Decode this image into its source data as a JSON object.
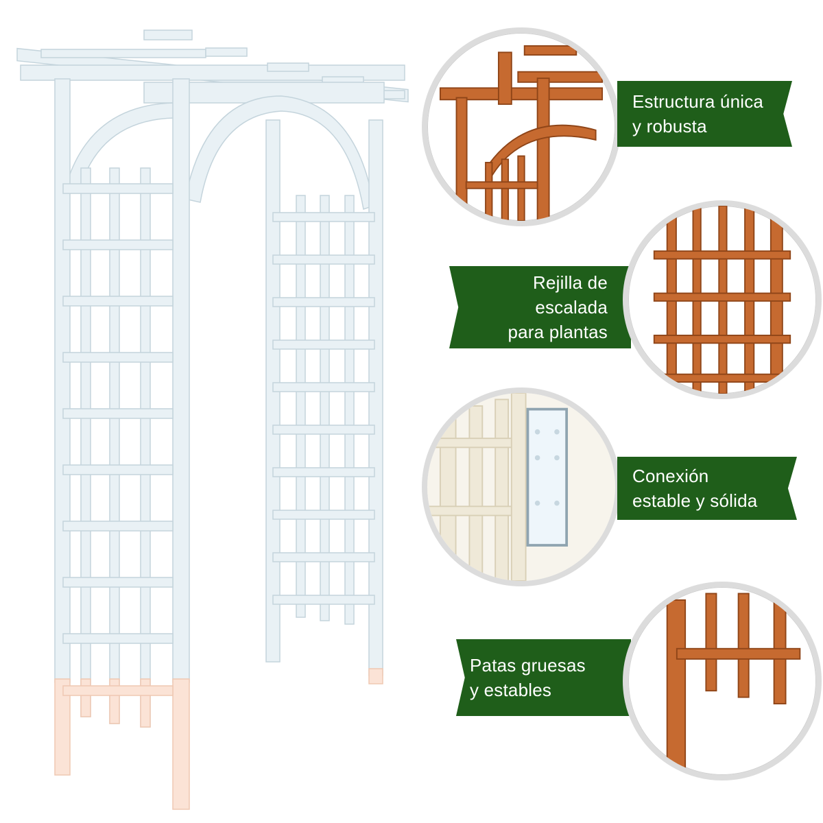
{
  "colors": {
    "banner_green": "#1f5e1a",
    "banner_text": "#ffffff",
    "circle_border": "#dcdcdc",
    "arch_white_wood": "#e9f1f5",
    "arch_outline": "#c4d4dc",
    "leg_tint": "#fbe3d6",
    "detail_wood": "#c66a30",
    "detail_wood_dark": "#8f4518"
  },
  "features": [
    {
      "id": "structure",
      "lines": [
        "Estructura única",
        "y robusta"
      ],
      "image": "top-structure-detail"
    },
    {
      "id": "trellis",
      "lines": [
        "Rejilla de",
        "escalada",
        "para plantas"
      ],
      "image": "trellis-grid-detail"
    },
    {
      "id": "connection",
      "lines": [
        "Conexión",
        "estable y sólida"
      ],
      "image": "connection-plate-detail"
    },
    {
      "id": "legs",
      "lines": [
        "Patas gruesas",
        "y estables"
      ],
      "image": "thick-legs-detail"
    }
  ]
}
